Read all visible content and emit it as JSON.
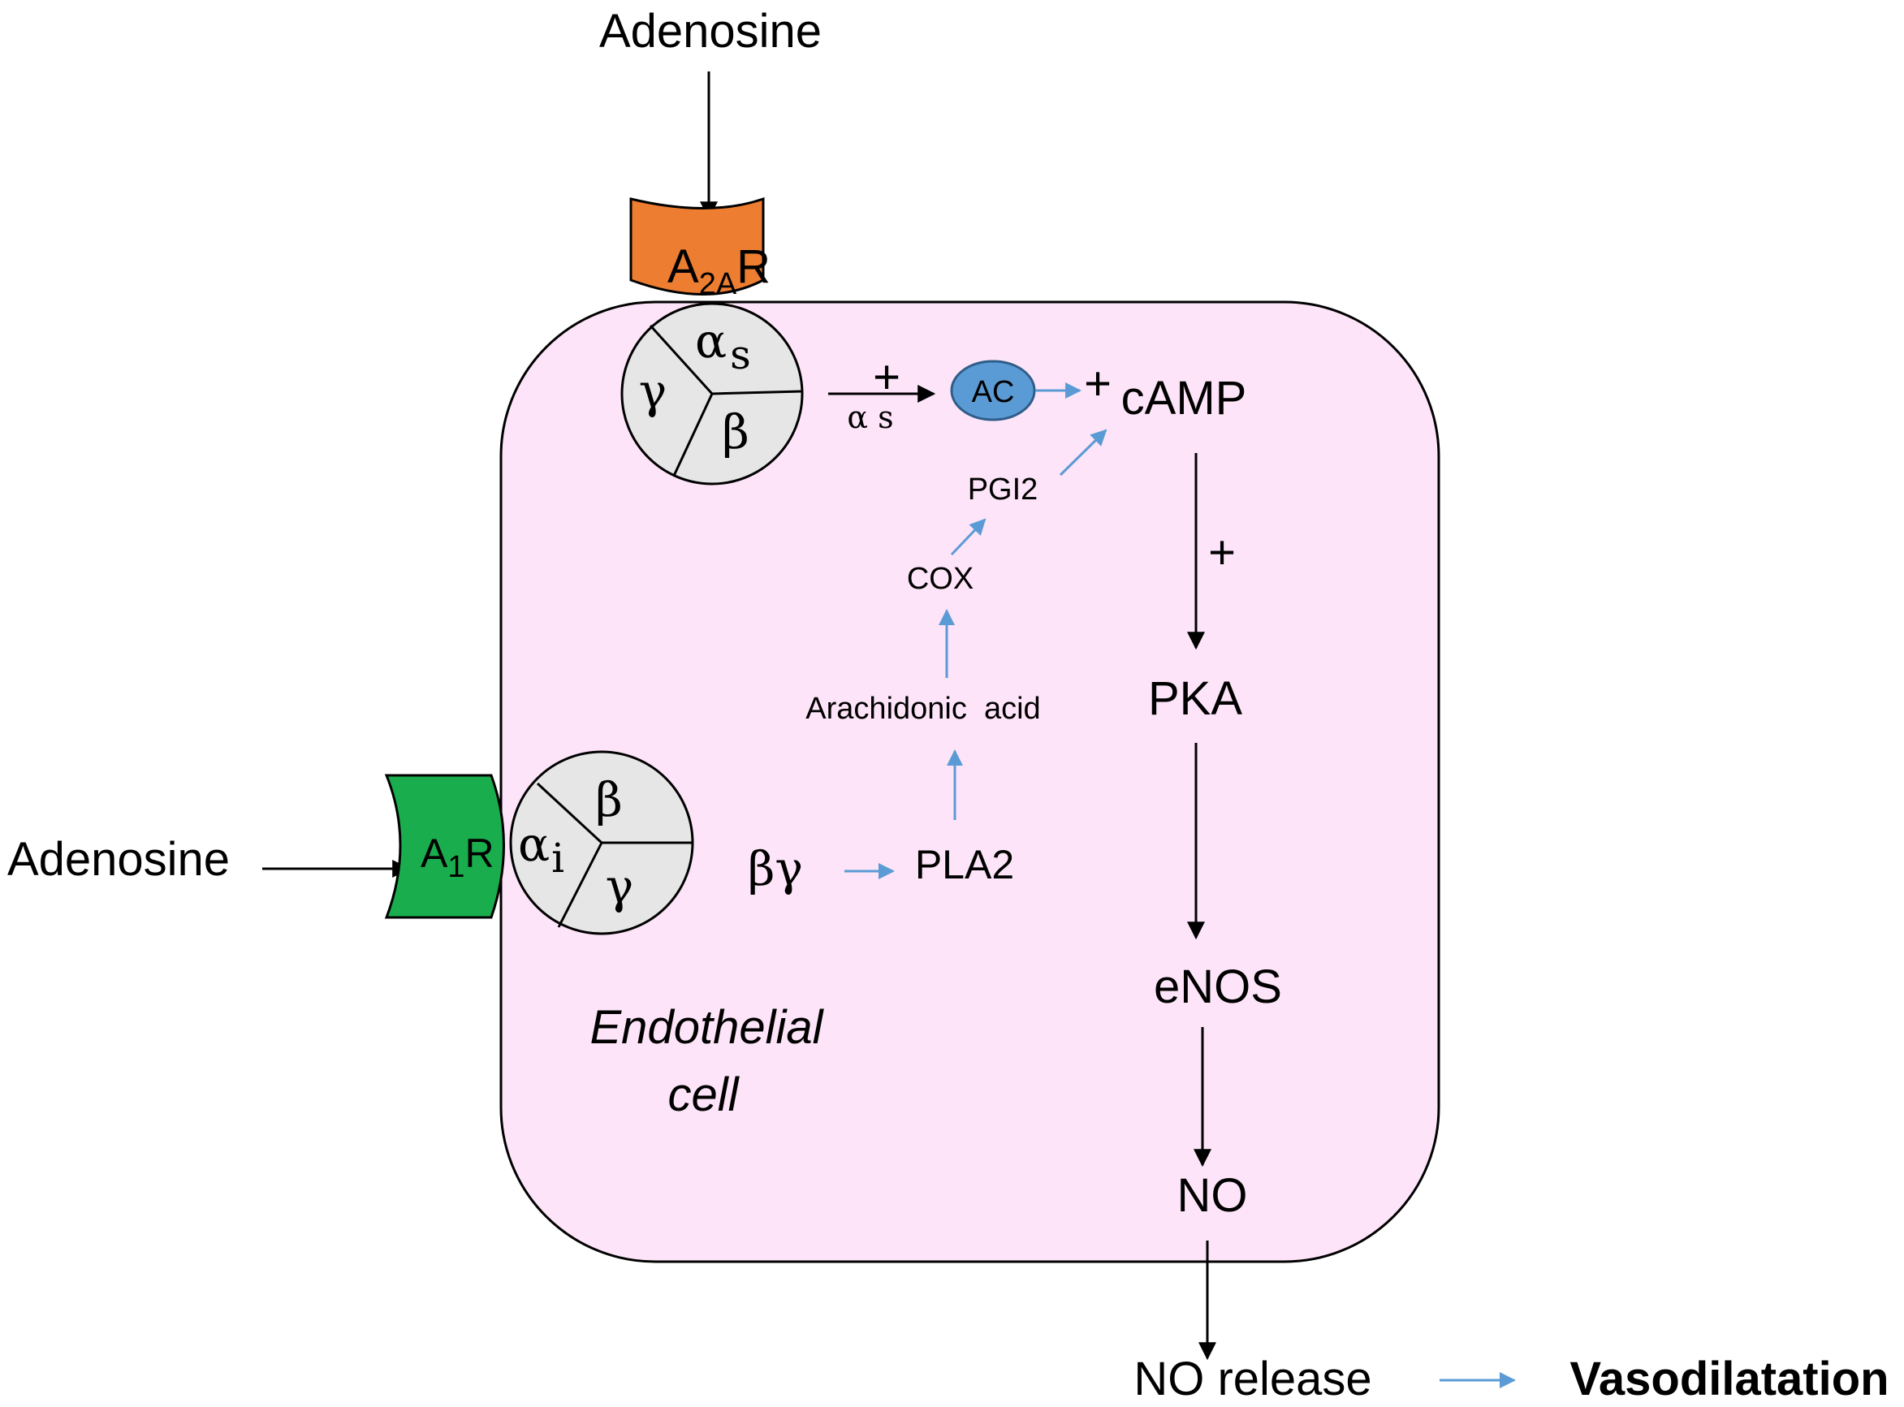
{
  "labels": {
    "adenosine_top": "Adenosine",
    "adenosine_left": "Adenosine",
    "a2a_receptor": {
      "main": "A",
      "sub": "2A",
      "tail": "R"
    },
    "a1_receptor": {
      "main": "A",
      "sub": "1",
      "tail": "R"
    },
    "gs_alpha": {
      "main": "α",
      "sub": "s"
    },
    "gs_gamma": "γ",
    "gs_beta": "β",
    "gi_beta": "β",
    "gi_alpha": {
      "main": "α",
      "sub": "i"
    },
    "gi_gamma": "γ",
    "plus_alpha_s": "+",
    "alpha_s_label": "α s",
    "ac": "AC",
    "plus_camp": "+",
    "camp": "cAMP",
    "pgi2": "PGI2",
    "cox": "COX",
    "arachidonic_acid": "Arachidonic  acid",
    "beta_gamma": "βγ",
    "pla2": "PLA2",
    "plus_pka": "+",
    "pka": "PKA",
    "enos": "eNOS",
    "no": "NO",
    "no_release": "NO release",
    "vasodilatation": "Vasodilatation",
    "cell_line1": "Endothelial",
    "cell_line2": "cell"
  },
  "colors": {
    "cell_fill": "#fde4f8",
    "a2a_fill": "#ed7d31",
    "a1_fill": "#1aad4d",
    "gprotein_fill": "#e6e6e6",
    "ac_fill": "#5b9bd5",
    "blue_arrow": "#5b9bd5",
    "black": "#000000"
  }
}
